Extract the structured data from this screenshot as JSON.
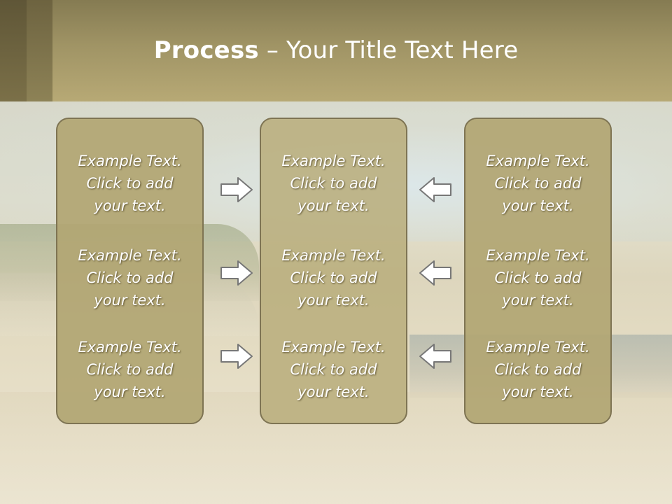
{
  "slide": {
    "title_bold": "Process",
    "title_rest": " – Your Title Text Here"
  },
  "columns": [
    {
      "items": [
        "Example Text.\nClick  to add\nyour text.",
        "Example Text.\nClick  to add\nyour text.",
        "Example Text.\nClick  to add\nyour text."
      ]
    },
    {
      "items": [
        "Example Text.\nClick  to add\nyour text.",
        "Example Text.\nClick  to add\nyour text.",
        "Example Text.\nClick  to add\nyour text."
      ]
    },
    {
      "items": [
        "Example Text.\nClick  to add\nyour text.",
        "Example Text.\nClick  to add\nyour text.",
        "Example Text.\nClick  to add\nyour text."
      ]
    }
  ],
  "arrows": {
    "left_group": "right-arrow-icon",
    "right_group": "left-arrow-icon"
  },
  "colors": {
    "header": "#a09465",
    "box_fill": "#b2a673",
    "box_border": "#7e7453",
    "text": "#ffffff"
  }
}
